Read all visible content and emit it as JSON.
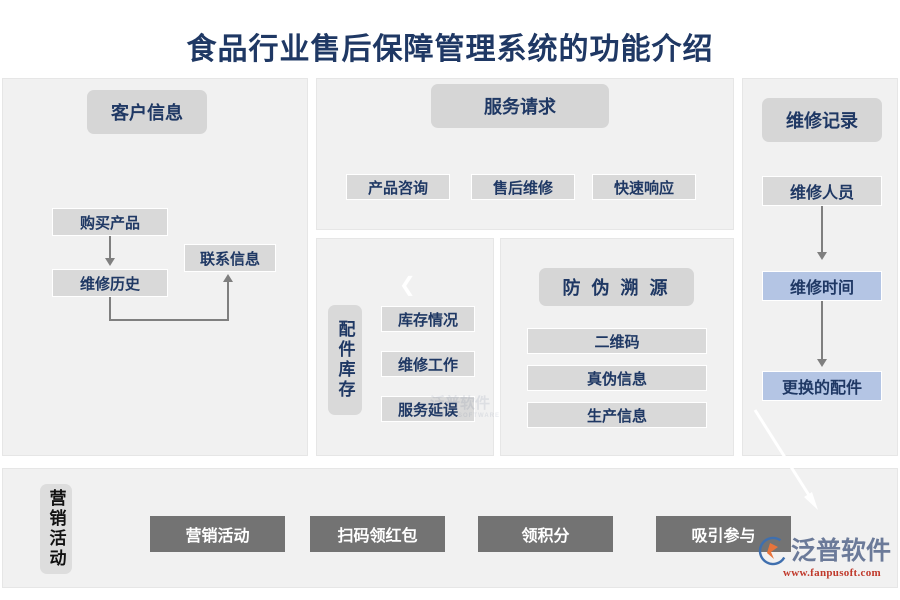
{
  "title": "食品行业售后保障管理系统的功能介绍",
  "colors": {
    "title_navy": "#1f3864",
    "panel_bg": "#f1f1f1",
    "box_gray": "#d9d9d9",
    "header_gray": "#d6d6d6",
    "box_blue": "#b4c5e4",
    "dark_button": "#737373",
    "connector": "#7f7f7f",
    "logo_text": "#6b7a99",
    "logo_url": "#c0392b"
  },
  "customer_panel": {
    "header": "客户信息",
    "nodes": {
      "purchase": "购买产品",
      "repair_history": "维修历史",
      "contact_info": "联系信息"
    }
  },
  "service_panel": {
    "header": "服务请求",
    "items": [
      {
        "label": "产品咨询"
      },
      {
        "label": "售后维修"
      },
      {
        "label": "快速响应"
      }
    ]
  },
  "inventory_panel": {
    "header": "配件库存",
    "caret": "❮",
    "items": [
      {
        "label": "库存情况"
      },
      {
        "label": "维修工作"
      },
      {
        "label": "服务延误"
      }
    ]
  },
  "traceability_panel": {
    "header": "防 伪 溯 源",
    "items": [
      {
        "label": "二维码"
      },
      {
        "label": "真伪信息"
      },
      {
        "label": "生产信息"
      }
    ]
  },
  "repair_record_panel": {
    "header": "维修记录",
    "nodes": [
      {
        "label": "维修人员",
        "style": "gray"
      },
      {
        "label": "维修时间",
        "style": "blue"
      },
      {
        "label": "更换的配件",
        "style": "blue"
      }
    ]
  },
  "marketing_panel": {
    "header": "营销活动",
    "items": [
      {
        "label": "营销活动"
      },
      {
        "label": "扫码领红包"
      },
      {
        "label": "领积分"
      },
      {
        "label": "吸引参与"
      }
    ]
  },
  "watermarks": {
    "brand": "泛普软件",
    "sub": "FANPU SOFTWARE"
  },
  "logo": {
    "text": "泛普软件",
    "url": "www.fanpusoft.com"
  }
}
